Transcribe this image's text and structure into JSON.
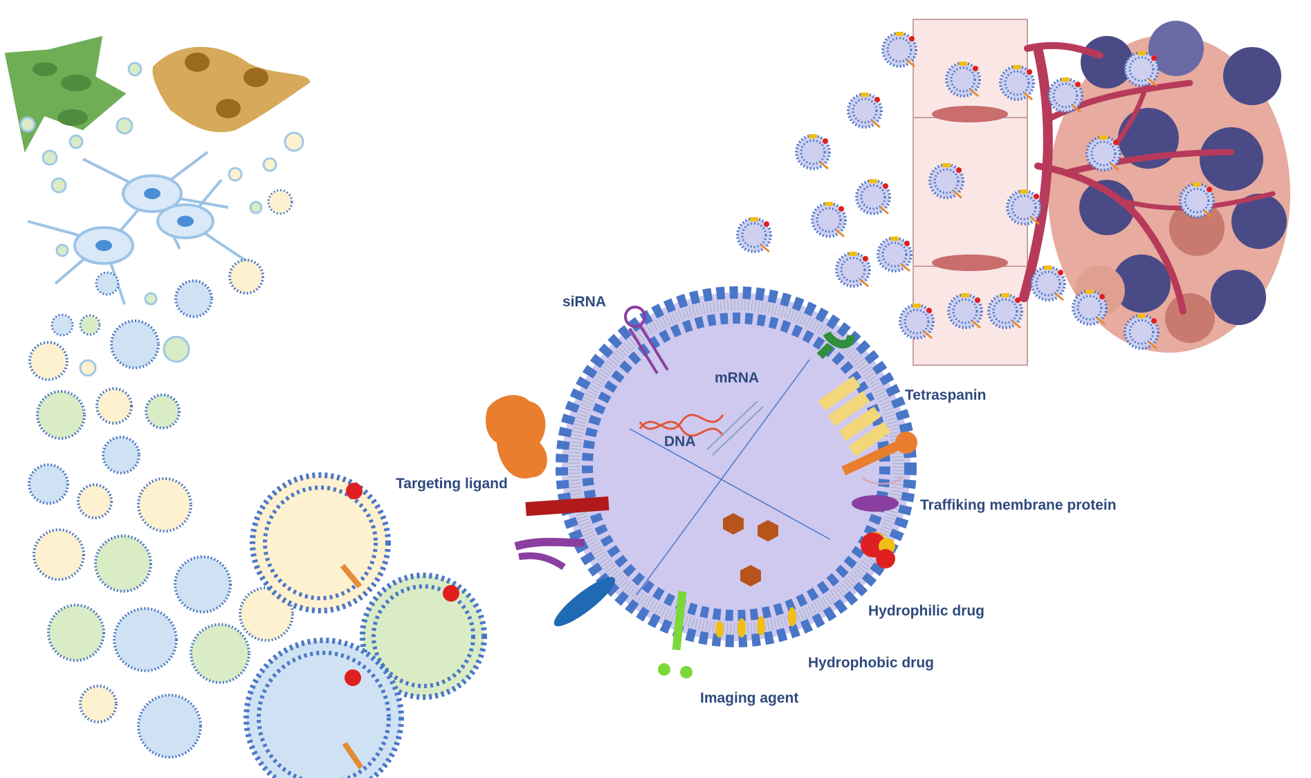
{
  "labels": {
    "sirna": "siRNA",
    "mrna": "mRNA",
    "dna": "DNA",
    "tetraspanin": "Tetraspanin",
    "targeting_ligand": "Targeting ligand",
    "trafficking_protein": "Traffiking membrane protein",
    "hydrophilic_drug": "Hydrophilic drug",
    "hydrophobic_drug": "Hydrophobic drug",
    "imaging_agent": "Imaging agent"
  },
  "colors": {
    "membrane_bead": "#4a76c8",
    "core": "#cfc9ef",
    "label_text": "#2e4a7d",
    "vessel": "#b83a5a",
    "tumor_dark": "#4a4a86",
    "tumor_light": "#e7aba0",
    "endothelium": "#fbe6e6",
    "green_cell": "#6fae55",
    "tan_cell": "#d6aa5a",
    "neuron": "#bcd8ef",
    "drug_hydrophilic": "#b6541c",
    "drug_hydrophobic": "#f1be16",
    "sirna": "#8a3fa0",
    "dna": "#e0573a"
  },
  "icons": {
    "ligand": "targeting-ligand-icon",
    "antibody": "antibody-icon",
    "tetraspanin": "tetraspanin-icon",
    "imaging": "imaging-agent-icon"
  }
}
